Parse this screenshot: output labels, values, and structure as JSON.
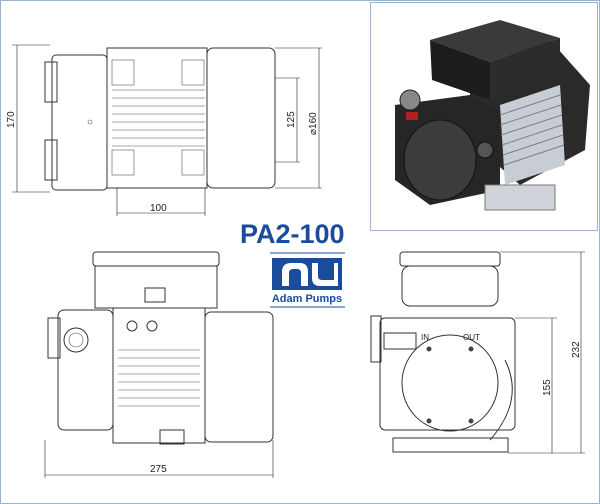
{
  "title": "PA2-100",
  "brand": {
    "name": "Adam Pumps",
    "color": "#1b4c9c"
  },
  "frame_color": "#9bb4cc",
  "top_view": {
    "dims": {
      "height": "170",
      "inner": "125",
      "diameter": "⌀160",
      "length": "100"
    }
  },
  "side_view": {
    "dims": {
      "length": "275"
    }
  },
  "front_view": {
    "labels": {
      "in": "IN",
      "out": "OUT"
    },
    "dims": {
      "axis_height": "155",
      "total_height": "232"
    }
  }
}
